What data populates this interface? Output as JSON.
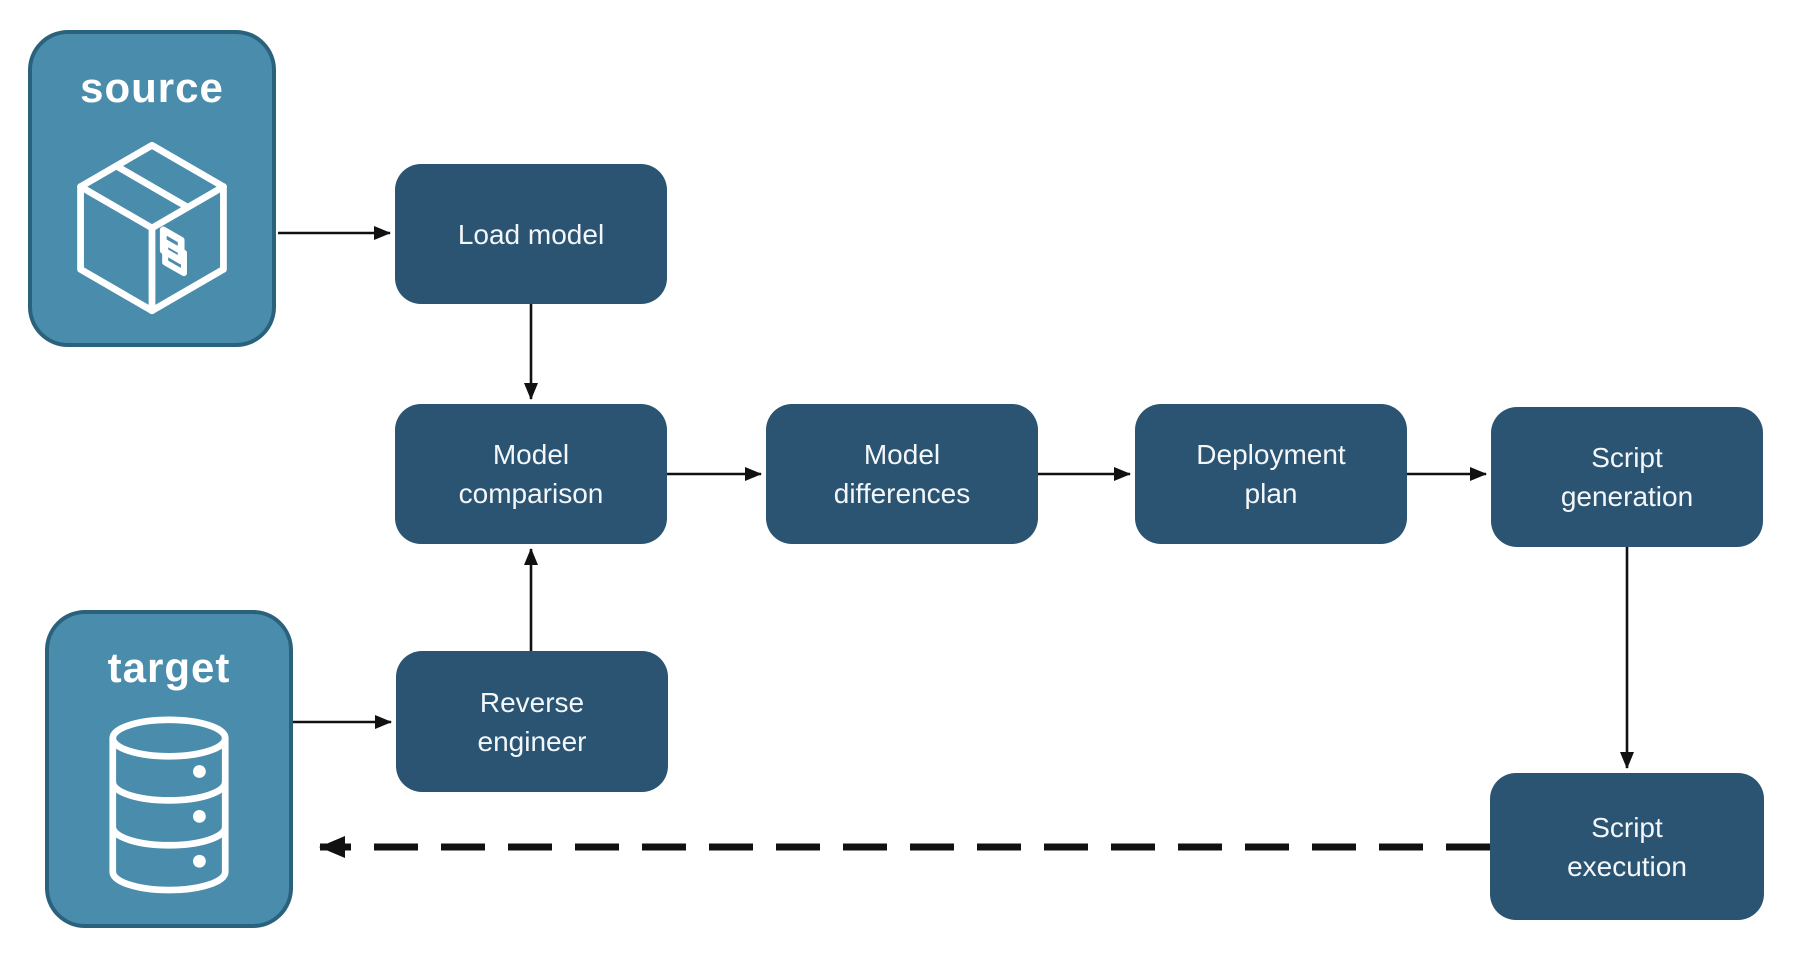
{
  "colors": {
    "background": "#FFFFFF",
    "step_fill": "#2A5472",
    "step_text": "#F4F7FA",
    "endpoint_fill": "#4A8CAB",
    "endpoint_border": "#2A617C",
    "endpoint_text": "#FFFFFF",
    "arrow": "#111111"
  },
  "nodes": {
    "source": {
      "label": "source",
      "type": "endpoint",
      "icon": "package-icon"
    },
    "target": {
      "label": "target",
      "type": "endpoint",
      "icon": "database-icon"
    },
    "load_model": {
      "label": "Load model",
      "type": "step"
    },
    "model_comparison": {
      "label": "Model comparison",
      "type": "step"
    },
    "model_differences": {
      "label": "Model differences",
      "type": "step"
    },
    "deployment_plan": {
      "label": "Deployment plan",
      "type": "step"
    },
    "script_generation": {
      "label": "Script generation",
      "type": "step"
    },
    "reverse_engineer": {
      "label": "Reverse engineer",
      "type": "step"
    },
    "script_execution": {
      "label": "Script execution",
      "type": "step"
    }
  },
  "connections": [
    {
      "from": "source",
      "to": "load_model",
      "style": "solid"
    },
    {
      "from": "load_model",
      "to": "model_comparison",
      "style": "solid"
    },
    {
      "from": "model_comparison",
      "to": "model_differences",
      "style": "solid"
    },
    {
      "from": "model_differences",
      "to": "deployment_plan",
      "style": "solid"
    },
    {
      "from": "deployment_plan",
      "to": "script_generation",
      "style": "solid"
    },
    {
      "from": "script_generation",
      "to": "script_execution",
      "style": "solid"
    },
    {
      "from": "target",
      "to": "reverse_engineer",
      "style": "solid"
    },
    {
      "from": "reverse_engineer",
      "to": "model_comparison",
      "style": "solid"
    },
    {
      "from": "script_execution",
      "to": "target",
      "style": "dashed"
    }
  ]
}
